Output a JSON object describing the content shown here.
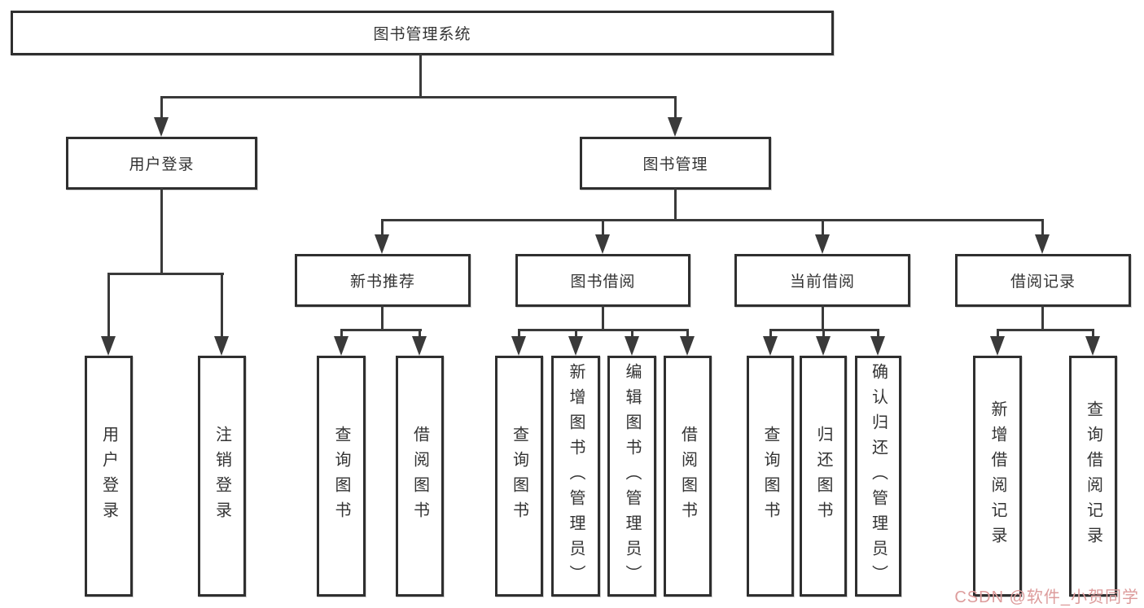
{
  "tree": {
    "label": "图书管理系统",
    "children": [
      {
        "label": "用户登录",
        "children": [
          {
            "label": "用户登录"
          },
          {
            "label": "注销登录"
          }
        ]
      },
      {
        "label": "图书管理",
        "children": [
          {
            "label": "新书推荐",
            "children": [
              {
                "label": "查询图书"
              },
              {
                "label": "借阅图书"
              }
            ]
          },
          {
            "label": "图书借阅",
            "children": [
              {
                "label": "查询图书"
              },
              {
                "label": "新增图书（管理员）"
              },
              {
                "label": "编辑图书（管理员）"
              },
              {
                "label": "借阅图书"
              }
            ]
          },
          {
            "label": "当前借阅",
            "children": [
              {
                "label": "查询图书"
              },
              {
                "label": "归还图书"
              },
              {
                "label": "确认归还（管理员）"
              }
            ]
          },
          {
            "label": "借阅记录",
            "children": [
              {
                "label": "新增借阅记录"
              },
              {
                "label": "查询借阅记录"
              }
            ]
          }
        ]
      }
    ]
  },
  "watermark": {
    "text": "CSDN @软件_小贺同学"
  },
  "colors": {
    "background": "#ffffff",
    "box_border": "#2f2f2f",
    "line": "#3a3a3a",
    "text": "#333333",
    "watermark": "#dd9c9c"
  }
}
